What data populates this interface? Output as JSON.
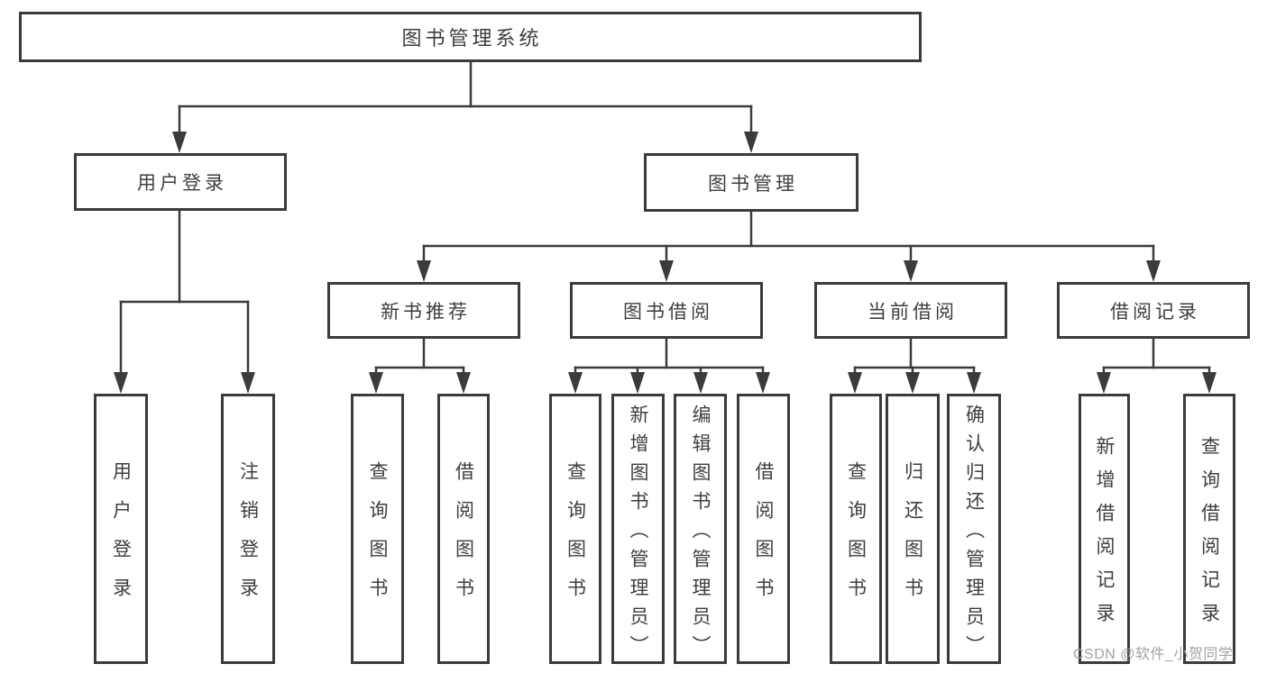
{
  "diagram": {
    "type": "tree",
    "line_color": "#3b3b3b",
    "text_color": "#3e3e3e",
    "root": {
      "label": "图书管理系统",
      "children": [
        {
          "label": "用户登录",
          "children": [
            {
              "label": "用户登录"
            },
            {
              "label": "注销登录"
            }
          ]
        },
        {
          "label": "图书管理",
          "children": [
            {
              "label": "新书推荐",
              "children": [
                {
                  "label": "查询图书"
                },
                {
                  "label": "借阅图书"
                }
              ]
            },
            {
              "label": "图书借阅",
              "children": [
                {
                  "label": "查询图书"
                },
                {
                  "label": "新增图书（管理员）"
                },
                {
                  "label": "编辑图书（管理员）"
                },
                {
                  "label": "借阅图书"
                }
              ]
            },
            {
              "label": "当前借阅",
              "children": [
                {
                  "label": "查询图书"
                },
                {
                  "label": "归还图书"
                },
                {
                  "label": "确认归还（管理员）"
                }
              ]
            },
            {
              "label": "借阅记录",
              "children": [
                {
                  "label": "新增借阅记录"
                },
                {
                  "label": "查询借阅记录"
                }
              ]
            }
          ]
        }
      ]
    }
  },
  "watermark": {
    "text": "CSDN @软件_小贺同学",
    "color": "#a2a2a2"
  }
}
